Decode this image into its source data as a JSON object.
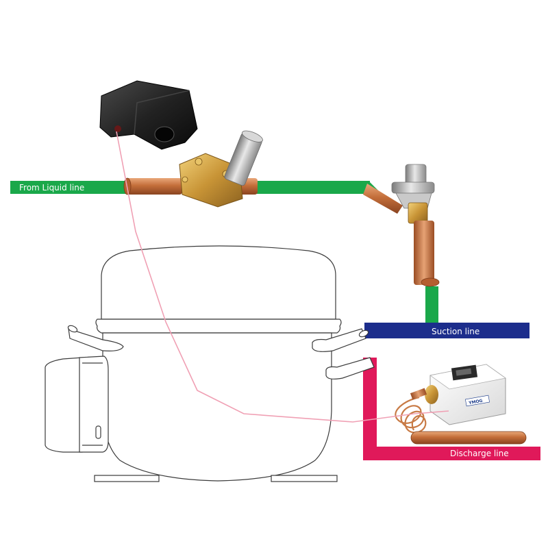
{
  "labels": {
    "liquid_line": "From Liquid line",
    "suction_line": "Suction line",
    "discharge_line": "Discharge line"
  },
  "switch_brand": "YMOG",
  "colors": {
    "liquid_line": "#1aa84a",
    "suction_line": "#1c2d8c",
    "discharge_line": "#e0195a",
    "control_wire": "#f0a0b4",
    "copper": "#c87a45",
    "brass": "#c89a3a",
    "coil": "#1e1e1e"
  }
}
